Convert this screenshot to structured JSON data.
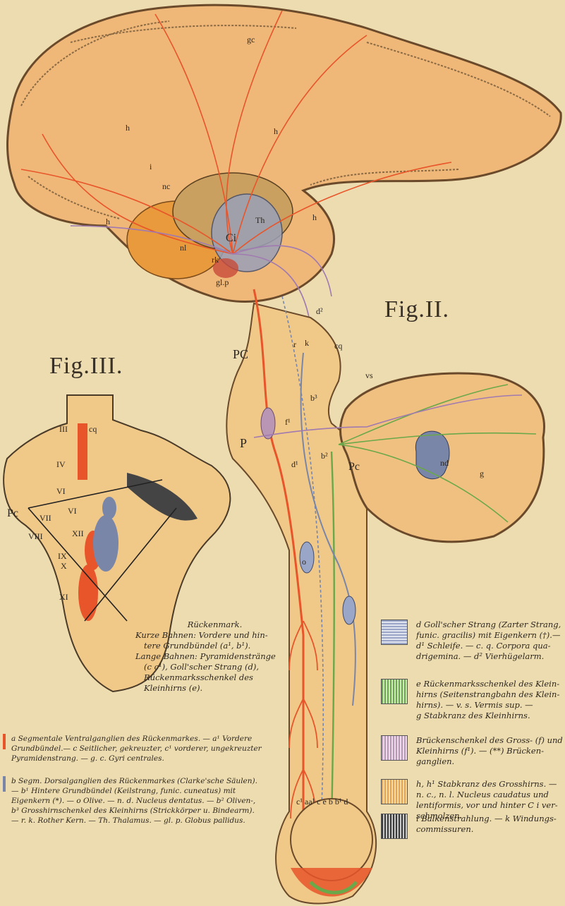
{
  "figures": {
    "fig2": "Fig.II.",
    "fig3": "Fig.III."
  },
  "spinal_caption": {
    "title": "Rückenmark.",
    "line1": "Kurze Bahnen: Vordere und hin-",
    "line2": "tere Grundbündel (a¹, b¹).",
    "line3": "Lange Bahnen: Pyramidenstränge",
    "line4": "(c c¹), Goll'scher Strang (d),",
    "line5": "Rückenmarksschenkel des",
    "line6": "Kleinhirns (e)."
  },
  "left_key": [
    {
      "line1": "a Segmentale Ventralganglien des Rückenmarkes. — a¹ Vordere",
      "line2": "Grundbündel.— c Seitlicher, gekreuzter, c¹ vorderer, ungekreuzter",
      "line3": "Pyramidenstrang. — g. c. Gyri centrales.",
      "color": "#e8552a"
    },
    {
      "line1": "b Segm. Dorsalganglien des Rückenmarkes (Clarke'sche Säulen).",
      "line2": "— b¹ Hintere Grundbündel (Keilstrang, funic. cuneatus) mit",
      "line3": "Eigenkern (*). — o Olive. — n. d. Nucleus dentatus. — b² Oliven-,",
      "line4": "b³ Grosshirnschenkel des Kleinhirns (Strickkörper u. Bindearm).",
      "line5": "— r. k. Rother Kern. — Th. Thalamus. — gl. p. Globus pallidus.",
      "color": "#7a86a8"
    }
  ],
  "right_key": [
    {
      "line1": "d Goll'scher Strang (Zarter Strang,",
      "line2": "funic. gracilis) mit Eigenkern (†).—",
      "line3": "d¹ Schleife. — c. q. Corpora qua-",
      "line4": "drigemina. — d² Vierhügelarm.",
      "color": "#9aa6c8"
    },
    {
      "line1": "e Rückenmarksschenkel des Klein-",
      "line2": "hirns (Seitenstrangbahn des Klein-",
      "line3": "hirns). — v. s. Vermis sup. —",
      "line4": "g Stabkranz des Kleinhirns.",
      "color": "#6aa84a"
    },
    {
      "line1": "Brückenschenkel des Gross- (f) und",
      "line2": "Kleinhirns (f¹). — (**) Brücken-",
      "line3": "ganglien.",
      "color": "#b996b4"
    },
    {
      "line1": "h, h¹ Stabkranz des Grosshirns. —",
      "line2": "n. c., n. l. Nucleus caudatus und",
      "line3": "lentiformis, vor und hinter C i ver-",
      "line4": "schmolzen.",
      "color": "#e9a24a"
    },
    {
      "line1": "i Balkenstrahlung. — k Windungs-",
      "line2": "commissuren.",
      "color": "#3a3a3a"
    }
  ],
  "labels": {
    "gc": "gc",
    "h": "h",
    "i": "i",
    "nc": "nc",
    "th": "Th",
    "ci": "Ci",
    "nl": "nl",
    "rk": "rk",
    "glp": "gl.p",
    "d2": "d²",
    "r": "r",
    "k": "k",
    "cq": "cq",
    "pc": "PC",
    "b3": "b³",
    "f1": "f¹",
    "p": "P",
    "d1": "d¹",
    "b2": "b²",
    "pc2": "Pc",
    "vs": "vs",
    "nd": "nd",
    "g": "g",
    "o": "o",
    "bottom": "c¹ aa¹ c e b b¹ d",
    "iii": "III",
    "cq2": "cq",
    "iv": "IV",
    "pc3": "Pc",
    "vi": "VI",
    "vii": "VII",
    "viii": "VIII",
    "ix": "IX",
    "x": "X",
    "xi": "XI",
    "xii": "XII",
    "vir": "VI"
  }
}
